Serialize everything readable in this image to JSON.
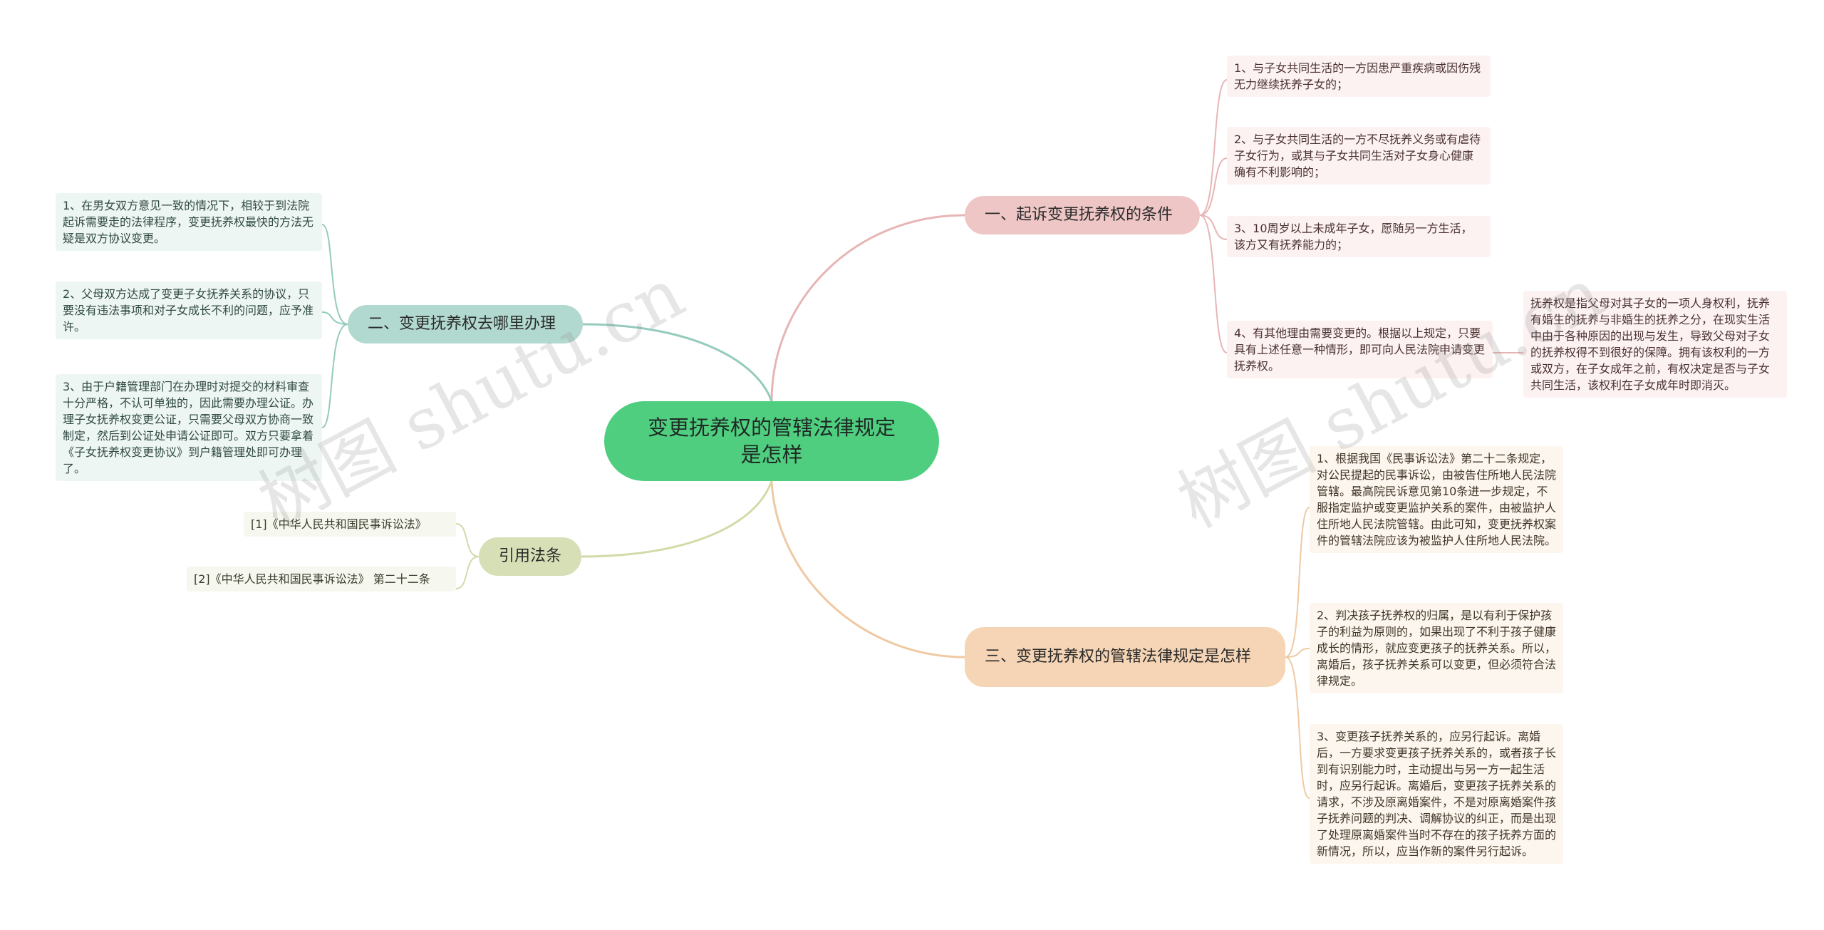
{
  "root": {
    "title": "变更抚养权的管辖法律规定是怎样"
  },
  "branches": {
    "conditions": {
      "label": "一、起诉变更抚养权的条件",
      "items": [
        "1、与子女共同生活的一方因患严重疾病或因伤残无力继续抚养子女的；",
        "2、与子女共同生活的一方不尽抚养义务或有虐待子女行为，或其与子女共同生活对子女身心健康确有不利影响的；",
        "3、10周岁以上未成年子女，愿随另一方生活，该方又有抚养能力的；",
        "4、有其他理由需要变更的。根据以上规定，只要具有上述任意一种情形，即可向人民法院申请变更抚养权。"
      ],
      "note": "抚养权是指父母对其子女的一项人身权利，抚养有婚生的抚养与非婚生的抚养之分，在现实生活中由于各种原因的出现与发生，导致父母对子女的抚养权得不到很好的保障。拥有该权利的一方或双方，在子女成年之前，有权决定是否与子女共同生活，该权利在子女成年时即消灭。"
    },
    "where": {
      "label": "二、变更抚养权去哪里办理",
      "items": [
        "1、在男女双方意见一致的情况下，相较于到法院起诉需要走的法律程序，变更抚养权最快的方法无疑是双方协议变更。",
        "2、父母双方达成了变更子女抚养关系的协议，只要没有违法事项和对子女成长不利的问题，应予准许。",
        "3、由于户籍管理部门在办理时对提交的材料审查十分严格，不认可单独的，因此需要办理公证。办理子女抚养权变更公证，只需要父母双方协商一致制定，然后到公证处申请公证即可。双方只要拿着《子女抚养权变更协议》到户籍管理处即可办理了。"
      ]
    },
    "jurisdiction": {
      "label": "三、变更抚养权的管辖法律规定是怎样",
      "items": [
        "1、根据我国《民事诉讼法》第二十二条规定，对公民提起的民事诉讼，由被告住所地人民法院管辖。最高院民诉意见第10条进一步规定，不服指定监护或变更监护关系的案件，由被监护人住所地人民法院管辖。由此可知，变更抚养权案件的管辖法院应该为被监护人住所地人民法院。",
        "2、判决孩子抚养权的归属，是以有利于保护孩子的利益为原则的，如果出现了不利于孩子健康成长的情形，就应变更孩子的抚养关系。所以，离婚后，孩子抚养关系可以变更，但必须符合法律规定。",
        "3、变更孩子抚养关系的，应另行起诉。离婚后，一方要求变更孩子抚养关系的，或者孩子长到有识别能力时，主动提出与另一方一起生活时，应另行起诉。离婚后，变更孩子抚养关系的请求，不涉及原离婚案件，不是对原离婚案件孩子抚养问题的判决、调解协议的纠正，而是出现了处理原离婚案件当时不存在的孩子抚养方面的新情况，所以，应当作新的案件另行起诉。"
      ]
    },
    "citations": {
      "label": "引用法条",
      "items": [
        "[1]《中华人民共和国民事诉讼法》",
        "[2]《中华人民共和国民事诉讼法》 第二十二条"
      ]
    }
  },
  "watermarks": [
    "树图 shutu.cn",
    "树图 shutu.cn"
  ],
  "colors": {
    "root": "#4fce80",
    "conditions": "#efc6c6",
    "where": "#b2d9cf",
    "jurisdiction": "#f5d5b5",
    "citations": "#d6dfb6"
  }
}
